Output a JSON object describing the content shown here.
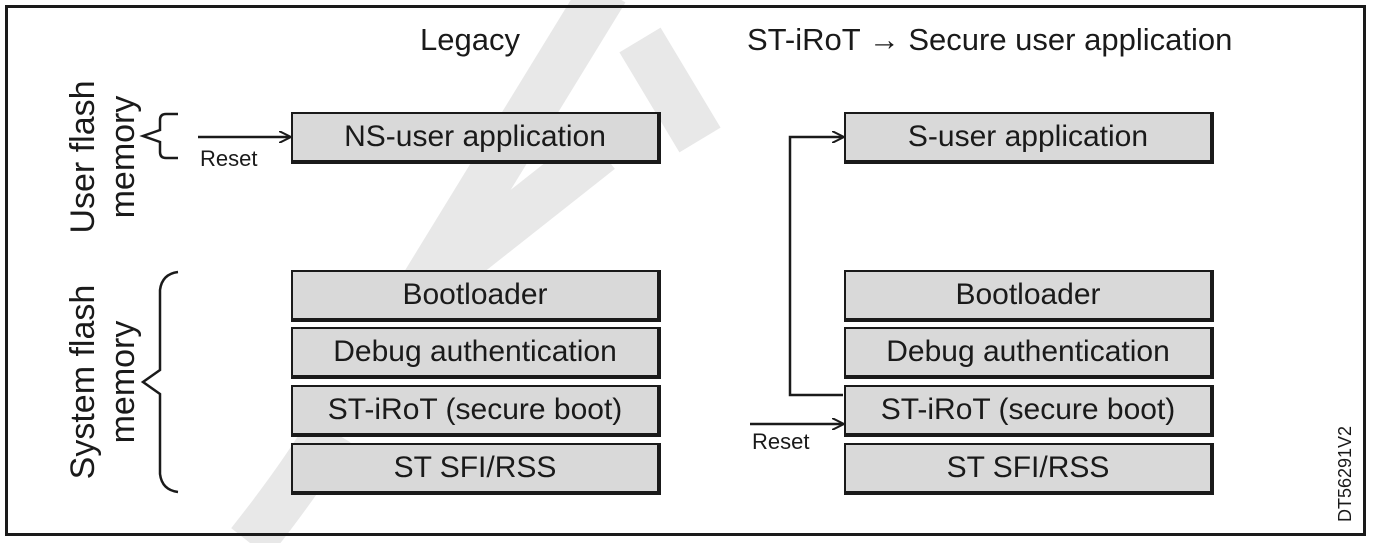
{
  "titles": {
    "legacy": "Legacy",
    "irot": "ST-iRoT → Secure user application"
  },
  "memory_labels": {
    "user": "User flash memory",
    "user_line1": "User flash",
    "user_line2": "memory",
    "system_line1": "System flash",
    "system_line2": "memory"
  },
  "legacy": {
    "user_app": "NS-user application",
    "reset": "Reset",
    "system_blocks": [
      "Bootloader",
      "Debug authentication",
      "ST-iRoT (secure boot)",
      "ST SFI/RSS"
    ]
  },
  "irot": {
    "user_app": "S-user application",
    "reset": "Reset",
    "system_blocks": [
      "Bootloader",
      "Debug authentication",
      "ST-iRoT (secure boot)",
      "ST SFI/RSS"
    ]
  },
  "doc_id": "DT56291V2",
  "colors": {
    "block_fill": "#d9d9d9",
    "line": "#1a1a1a",
    "watermark": "#e6e6e6"
  }
}
